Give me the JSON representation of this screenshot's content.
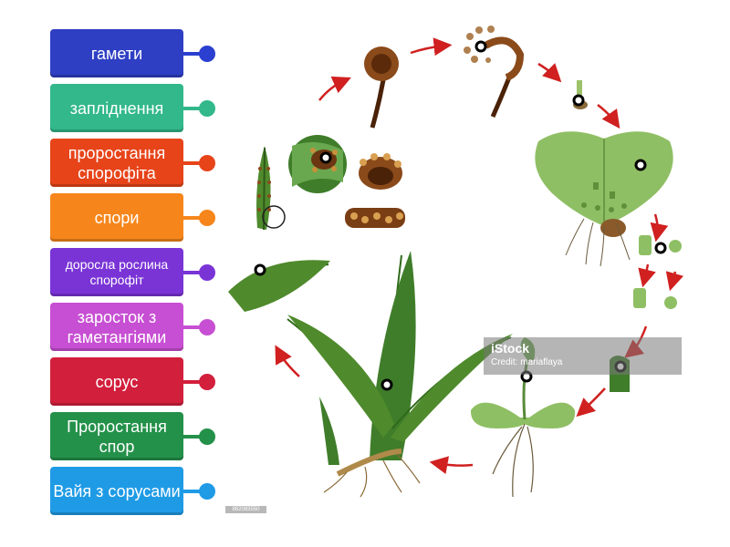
{
  "labels": [
    {
      "text": "гамети",
      "color": "#2f3fc4",
      "pin_color": "#2b3fd0"
    },
    {
      "text": "запліднення",
      "color": "#32b88a",
      "pin_color": "#32b88a"
    },
    {
      "text": "проростання спорофіта",
      "color": "#e7441a",
      "pin_color": "#e7441a"
    },
    {
      "text": "спори",
      "color": "#f6861b",
      "pin_color": "#f6861b"
    },
    {
      "text": "доросла рослина спорофіт",
      "color": "#7a34d6",
      "pin_color": "#7a34d6"
    },
    {
      "text": "заросток з гаметангіями",
      "color": "#c74fd3",
      "pin_color": "#c74fd3"
    },
    {
      "text": "сорус",
      "color": "#d21f3c",
      "pin_color": "#d21f3c"
    },
    {
      "text": "Проростання спор",
      "color": "#24914a",
      "pin_color": "#24914a"
    },
    {
      "text": "Вайя з сорусами",
      "color": "#1f9be6",
      "pin_color": "#1f9be6"
    }
  ],
  "watermark": {
    "logo": "iStock",
    "credit": "Credit: mariaflaya"
  },
  "stock_id": "862083550"
}
